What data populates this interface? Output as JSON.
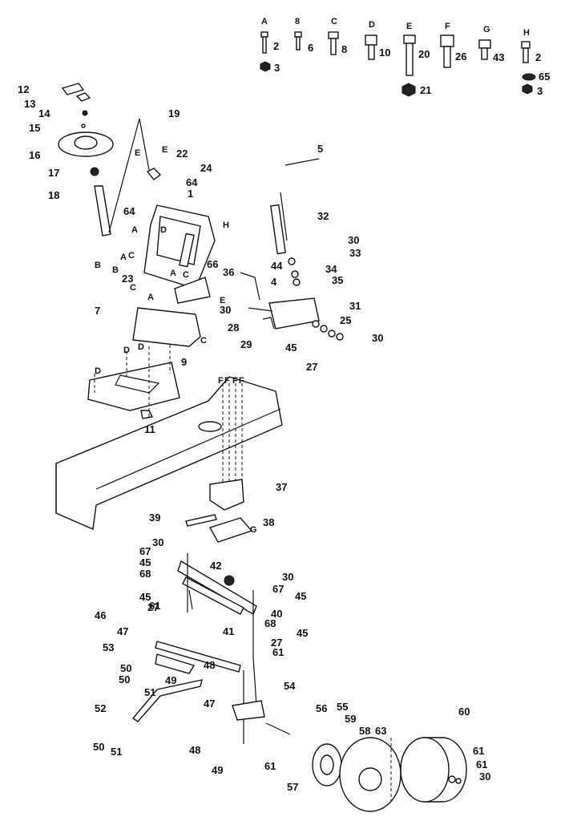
{
  "hardware_header": [
    {
      "letter": "A",
      "qty": "2"
    },
    {
      "letter": "8",
      "qty": "6"
    },
    {
      "letter": "C",
      "qty": "8"
    },
    {
      "letter": "D",
      "qty": "10"
    },
    {
      "letter": "E",
      "qty": "20"
    },
    {
      "letter": "F",
      "qty": "26"
    },
    {
      "letter": "G",
      "qty": "43"
    },
    {
      "letter": "H",
      "qty": "2"
    }
  ],
  "hardware_sub": [
    "3",
    "21",
    "65",
    "3"
  ],
  "callouts": [
    "12",
    "13",
    "14",
    "15",
    "16",
    "17",
    "18",
    "19",
    "22",
    "24",
    "64",
    "1",
    "64",
    "23",
    "66",
    "7",
    "9",
    "11",
    "5",
    "32",
    "30",
    "33",
    "44",
    "34",
    "35",
    "36",
    "4",
    "31",
    "30",
    "28",
    "25",
    "29",
    "45",
    "27",
    "30",
    "37",
    "39",
    "38",
    "30",
    "67",
    "45",
    "68",
    "45",
    "27",
    "61",
    "42",
    "30",
    "67",
    "45",
    "41",
    "40",
    "68",
    "45",
    "27",
    "61",
    "46",
    "47",
    "53",
    "50",
    "48",
    "50",
    "49",
    "51",
    "52",
    "47",
    "54",
    "56",
    "55",
    "59",
    "58",
    "60",
    "63",
    "61",
    "61",
    "30",
    "57",
    "48",
    "49",
    "50",
    "51",
    "61"
  ],
  "letter_marks": [
    "E",
    "E",
    "H",
    "A",
    "B",
    "A",
    "C",
    "B",
    "A",
    "D",
    "C",
    "A",
    "C",
    "D",
    "D",
    "D",
    "F",
    "F",
    "F",
    "F",
    "C",
    "G",
    "E"
  ]
}
